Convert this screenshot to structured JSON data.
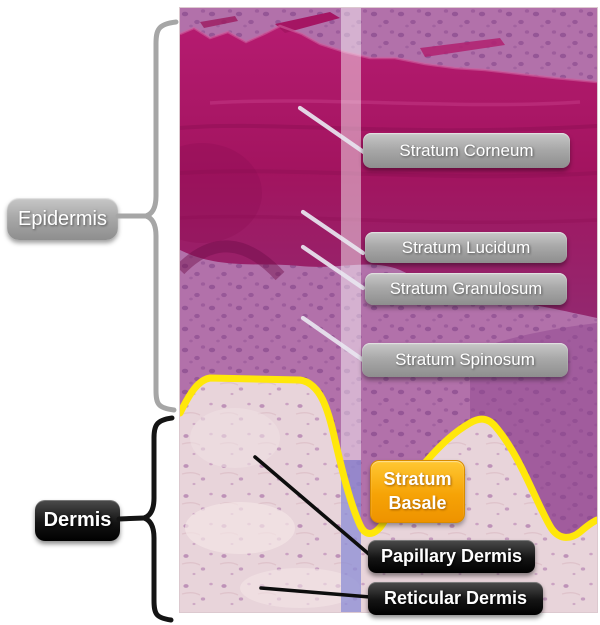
{
  "figure": {
    "groups": {
      "epidermis": {
        "label": "Epidermis"
      },
      "dermis": {
        "label": "Dermis"
      }
    },
    "epidermis_sublayers": [
      {
        "label": "Stratum Corneum"
      },
      {
        "label": "Stratum Lucidum"
      },
      {
        "label": "Stratum Granulosum"
      },
      {
        "label": "Stratum Spinosum"
      }
    ],
    "basal_layer": {
      "line1": "Stratum",
      "line2": "Basale"
    },
    "dermis_sublayers": [
      {
        "label": "Papillary Dermis"
      },
      {
        "label": "Reticular Dermis"
      }
    ],
    "colors": {
      "junction_line_yellow": "#ffe70a",
      "basale_orange": "#f5a306",
      "gray_badge": "#a9a9a9",
      "black_badge": "#111111",
      "micrograph_magenta": "#a2145f",
      "micrograph_mauve": "#b271aa",
      "micrograph_pale_dermis": "#e8d4da",
      "highlight_band_blue": "#6264c6"
    }
  }
}
